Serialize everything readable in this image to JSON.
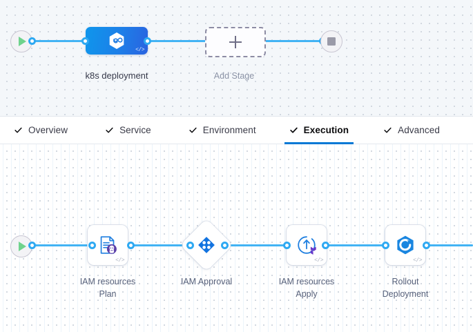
{
  "theme": {
    "accent_blue": "#2ea9f2",
    "edge_blue": "#42b3f4",
    "tab_active_underline": "#0278d5",
    "stage_gradient_start": "#0f96ec",
    "stage_gradient_end": "#2a63e0",
    "terraform_purple": "#5c3fa8",
    "label_gray": "#56607a",
    "canvas_top_bg": "#f4f7fa",
    "canvas_bottom_bg": "#ffffff"
  },
  "stage_canvas": {
    "start_node": {
      "name": "pipeline-start",
      "icon": "play-icon"
    },
    "end_node": {
      "name": "pipeline-end",
      "icon": "stop-icon"
    },
    "stages": [
      {
        "label": "k8s deployment",
        "icon": "harness-cd-hexagon-icon",
        "code_mark": "</>"
      }
    ],
    "add_stage": {
      "label": "Add Stage",
      "icon": "plus-icon"
    }
  },
  "tabs": [
    {
      "label": "Overview",
      "icon": "check-icon",
      "active": false
    },
    {
      "label": "Service",
      "icon": "check-icon",
      "active": false
    },
    {
      "label": "Environment",
      "icon": "check-icon",
      "active": false
    },
    {
      "label": "Execution",
      "icon": "check-icon",
      "active": true
    },
    {
      "label": "Advanced",
      "icon": "check-icon",
      "active": false
    }
  ],
  "execution_canvas": {
    "start_node": {
      "name": "execution-start",
      "icon": "play-icon"
    },
    "steps": [
      {
        "label": "IAM resources\nPlan",
        "type": "step",
        "icon": "terraform-plan-document-icon",
        "code_mark": "</>"
      },
      {
        "label": "IAM Approval",
        "type": "approval",
        "icon": "harness-approval-clover-icon",
        "code_mark": ""
      },
      {
        "label": "IAM resources\nApply",
        "type": "step",
        "icon": "terraform-apply-circular-arrow-icon",
        "code_mark": "</>"
      },
      {
        "label": "Rollout\nDeployment",
        "type": "step",
        "icon": "rollout-deployment-hexagon-icon",
        "code_mark": "</>"
      }
    ]
  }
}
